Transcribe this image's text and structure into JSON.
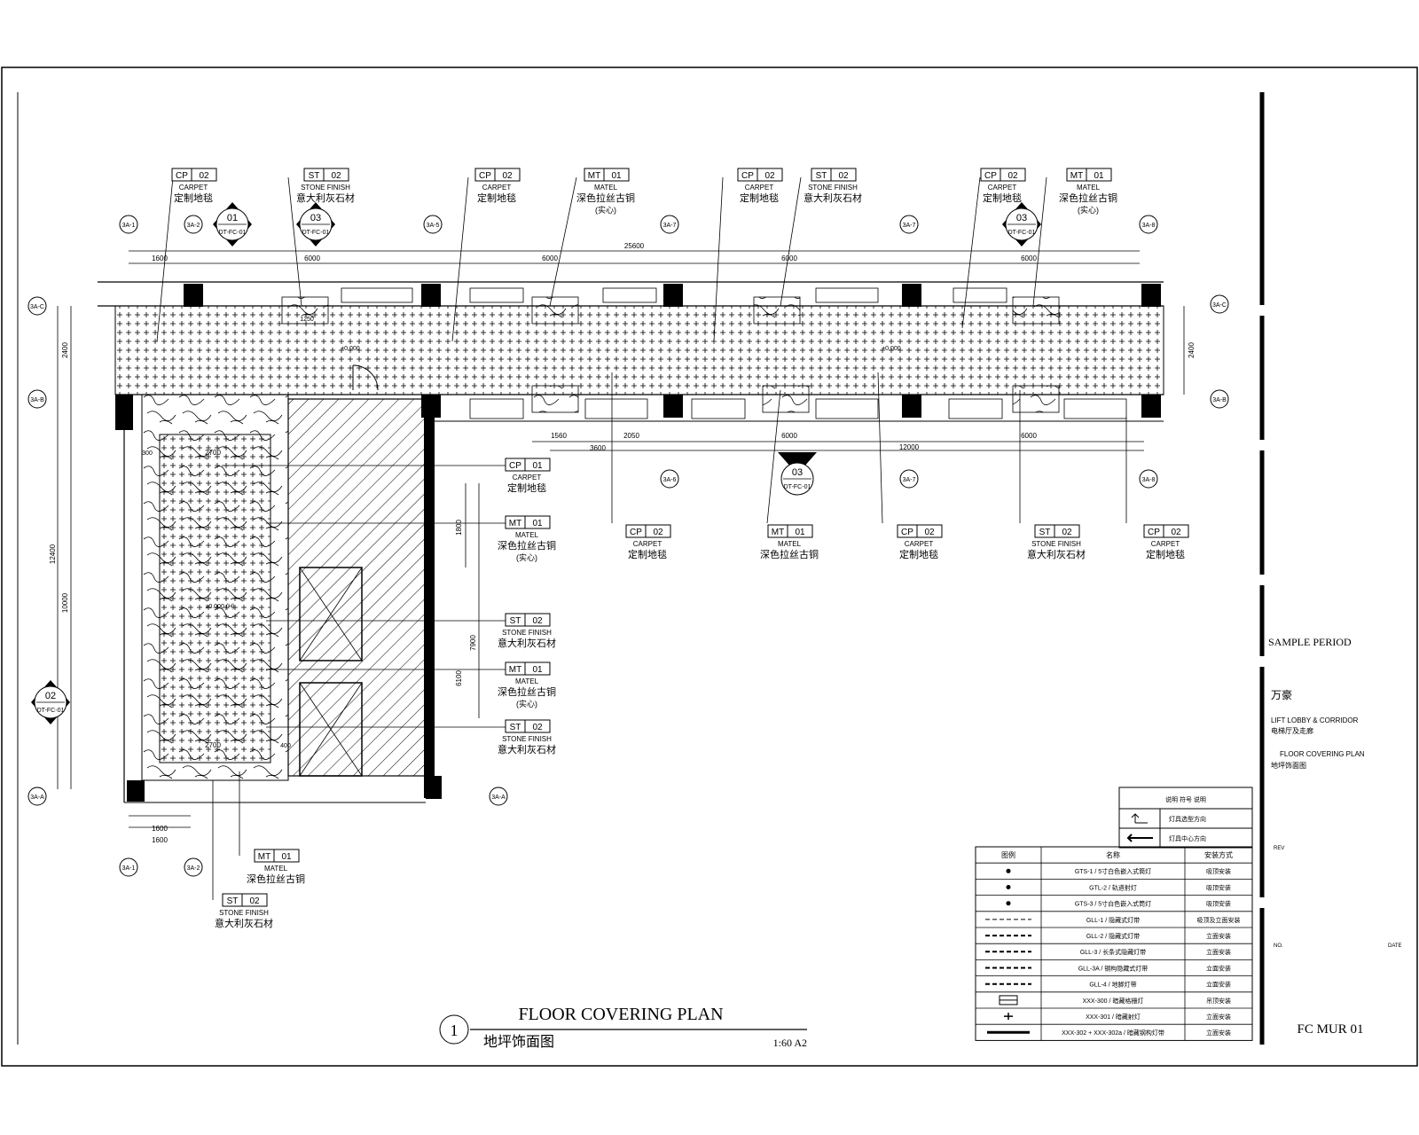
{
  "drawing": {
    "title": "FLOOR COVERING PLAN",
    "subtitle_cn": "地坪饰面图",
    "number": "1",
    "scale": "1:60 A2"
  },
  "grid_bubbles": {
    "top": [
      "3A-1",
      "3A-2",
      "3A-5",
      "3A-7",
      "3A-7",
      "3A-8"
    ],
    "left": [
      "3A-C",
      "3A-B",
      "3A-A"
    ],
    "right": [
      "3A-C",
      "3A-B"
    ],
    "bottom": [
      "3A-6",
      "3A-7",
      "3A-8"
    ],
    "bottom_left": [
      "3A-1",
      "3A-2"
    ],
    "mid_right": [
      "3A-A"
    ]
  },
  "elevation_markers": [
    {
      "num": "01",
      "ref": "DT-FC-01"
    },
    {
      "num": "03",
      "ref": "DT-FC-01"
    },
    {
      "num": "03",
      "ref": "DT-FC-01"
    },
    {
      "num": "03",
      "ref": "DT-FC-01"
    },
    {
      "num": "02",
      "ref": "DT-FC-01"
    }
  ],
  "dimensions": {
    "top_overall": "25600",
    "top_segments": [
      "1600",
      "6000",
      "6000",
      "6000",
      "6000"
    ],
    "window_1250": "1250",
    "right_2400": "2400",
    "left_2400": "2400",
    "left_12400": "12400",
    "left_10000": "10000",
    "bottom_segments": [
      "1560",
      "3600",
      "2050",
      "6000",
      "6000"
    ],
    "bottom_12000": "12000",
    "room_2700_top": "2700",
    "room_2700_bottom": "2700",
    "room_300": "300",
    "room_400": "400",
    "right_1800": "1800",
    "right_7900": "7900",
    "right_6100": "6100",
    "bottom_1600_a": "1600",
    "bottom_1600_b": "1600",
    "level_1": "±0.000",
    "level_2": "±0.000",
    "level_3": "±0.000 (H)"
  },
  "material_tags": [
    {
      "code": "CP",
      "num": "02",
      "en": "CARPET",
      "cn": "定制地毯"
    },
    {
      "code": "ST",
      "num": "02",
      "en": "STONE FINISH",
      "cn": "意大利灰石材"
    },
    {
      "code": "CP",
      "num": "02",
      "en": "CARPET",
      "cn": "定制地毯"
    },
    {
      "code": "MT",
      "num": "01",
      "en": "MATEL",
      "cn": "深色拉丝古铜",
      "note": "(实心)"
    },
    {
      "code": "CP",
      "num": "02",
      "en": "CARPET",
      "cn": "定制地毯"
    },
    {
      "code": "ST",
      "num": "02",
      "en": "STONE FINISH",
      "cn": "意大利灰石材"
    },
    {
      "code": "CP",
      "num": "02",
      "en": "CARPET",
      "cn": "定制地毯"
    },
    {
      "code": "MT",
      "num": "01",
      "en": "MATEL",
      "cn": "深色拉丝古铜",
      "note": "(实心)"
    },
    {
      "code": "CP",
      "num": "01",
      "en": "CARPET",
      "cn": "定制地毯"
    },
    {
      "code": "MT",
      "num": "01",
      "en": "MATEL",
      "cn": "深色拉丝古铜",
      "note": "(实心)"
    },
    {
      "code": "ST",
      "num": "02",
      "en": "STONE FINISH",
      "cn": "意大利灰石材"
    },
    {
      "code": "MT",
      "num": "01",
      "en": "MATEL",
      "cn": "深色拉丝古铜",
      "note": "(实心)"
    },
    {
      "code": "ST",
      "num": "02",
      "en": "STONE FINISH",
      "cn": "意大利灰石材"
    },
    {
      "code": "CP",
      "num": "02",
      "en": "CARPET",
      "cn": "定制地毯"
    },
    {
      "code": "MT",
      "num": "01",
      "en": "MATEL",
      "cn": "深色拉丝古铜"
    },
    {
      "code": "CP",
      "num": "02",
      "en": "CARPET",
      "cn": "定制地毯"
    },
    {
      "code": "ST",
      "num": "02",
      "en": "STONE FINISH",
      "cn": "意大利灰石材"
    },
    {
      "code": "CP",
      "num": "02",
      "en": "CARPET",
      "cn": "定制地毯"
    },
    {
      "code": "MT",
      "num": "01",
      "en": "MATEL",
      "cn": "深色拉丝古铜"
    },
    {
      "code": "ST",
      "num": "02",
      "en": "STONE FINISH",
      "cn": "意大利灰石材"
    }
  ],
  "legend_small": {
    "header": "说明  符号  说明",
    "rows": [
      "灯具选型方向",
      "灯具中心方向"
    ]
  },
  "legend_table": {
    "headers": [
      "图例",
      "名称",
      "安装方式"
    ],
    "rows": [
      {
        "name": "GTS-1 / 5寸白色嵌入式筒灯",
        "mount": "吸顶安装"
      },
      {
        "name": "GTL-2 / 轨道射灯",
        "mount": "吸顶安装"
      },
      {
        "name": "GTS-3 / 5寸白色嵌入式筒灯",
        "mount": "吸顶安装"
      },
      {
        "name": "GLL-1 / 隐藏式灯带",
        "mount": "吸顶及立面安装"
      },
      {
        "name": "GLL-2 / 隐藏式灯带",
        "mount": "立面安装"
      },
      {
        "name": "GLL-3 / 长条式隐藏灯带",
        "mount": "立面安装"
      },
      {
        "name": "GLL-3A / 钢构隐藏式灯带",
        "mount": "立面安装"
      },
      {
        "name": "GLL-4 / 地脚灯带",
        "mount": "立面安装"
      },
      {
        "name": "XXX-300 / 暗藏格栅灯",
        "mount": "吊顶安装"
      },
      {
        "name": "XXX-301 / 暗藏射灯",
        "mount": "立面安装"
      },
      {
        "name": "XXX-302 + XXX-302a / 暗藏钢构灯带",
        "mount": "立面安装"
      }
    ]
  },
  "title_block": {
    "project": "SAMPLE PERIOD",
    "client": "万豪",
    "area": "LIFT LOBBY & CORRIDOR",
    "area_cn": "电梯厅及走廊",
    "drawing_name": "FLOOR COVERING PLAN",
    "drawing_name_cn": "地坪饰面图",
    "rev": "REV",
    "date": "DATE",
    "no": "NO.",
    "sheet": "FC MUR 01"
  }
}
